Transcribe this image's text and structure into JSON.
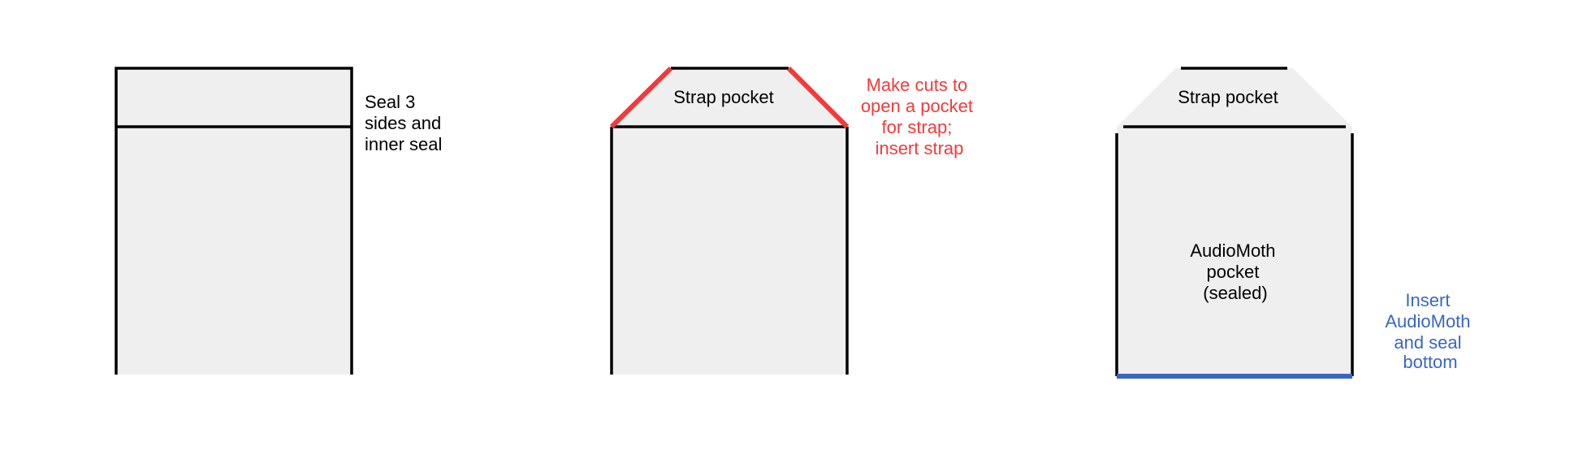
{
  "colors": {
    "background": "#ffffff",
    "fill": "#efefef",
    "outline": "#000000",
    "cut_accent": "#f23a3a",
    "seal_accent": "#3a66c0"
  },
  "step1": {
    "note_lines": [
      "Seal 3",
      "sides and",
      "inner seal"
    ]
  },
  "step2": {
    "pocket_label": "Strap pocket",
    "note_lines": [
      "Make cuts to",
      "open a pocket",
      "for strap;",
      "insert strap"
    ]
  },
  "step3": {
    "pocket_label": "Strap pocket",
    "main_label_lines": [
      "AudioMoth",
      "pocket",
      "(sealed)"
    ],
    "note_lines": [
      "Insert",
      "AudioMoth",
      "and seal",
      "bottom"
    ]
  }
}
